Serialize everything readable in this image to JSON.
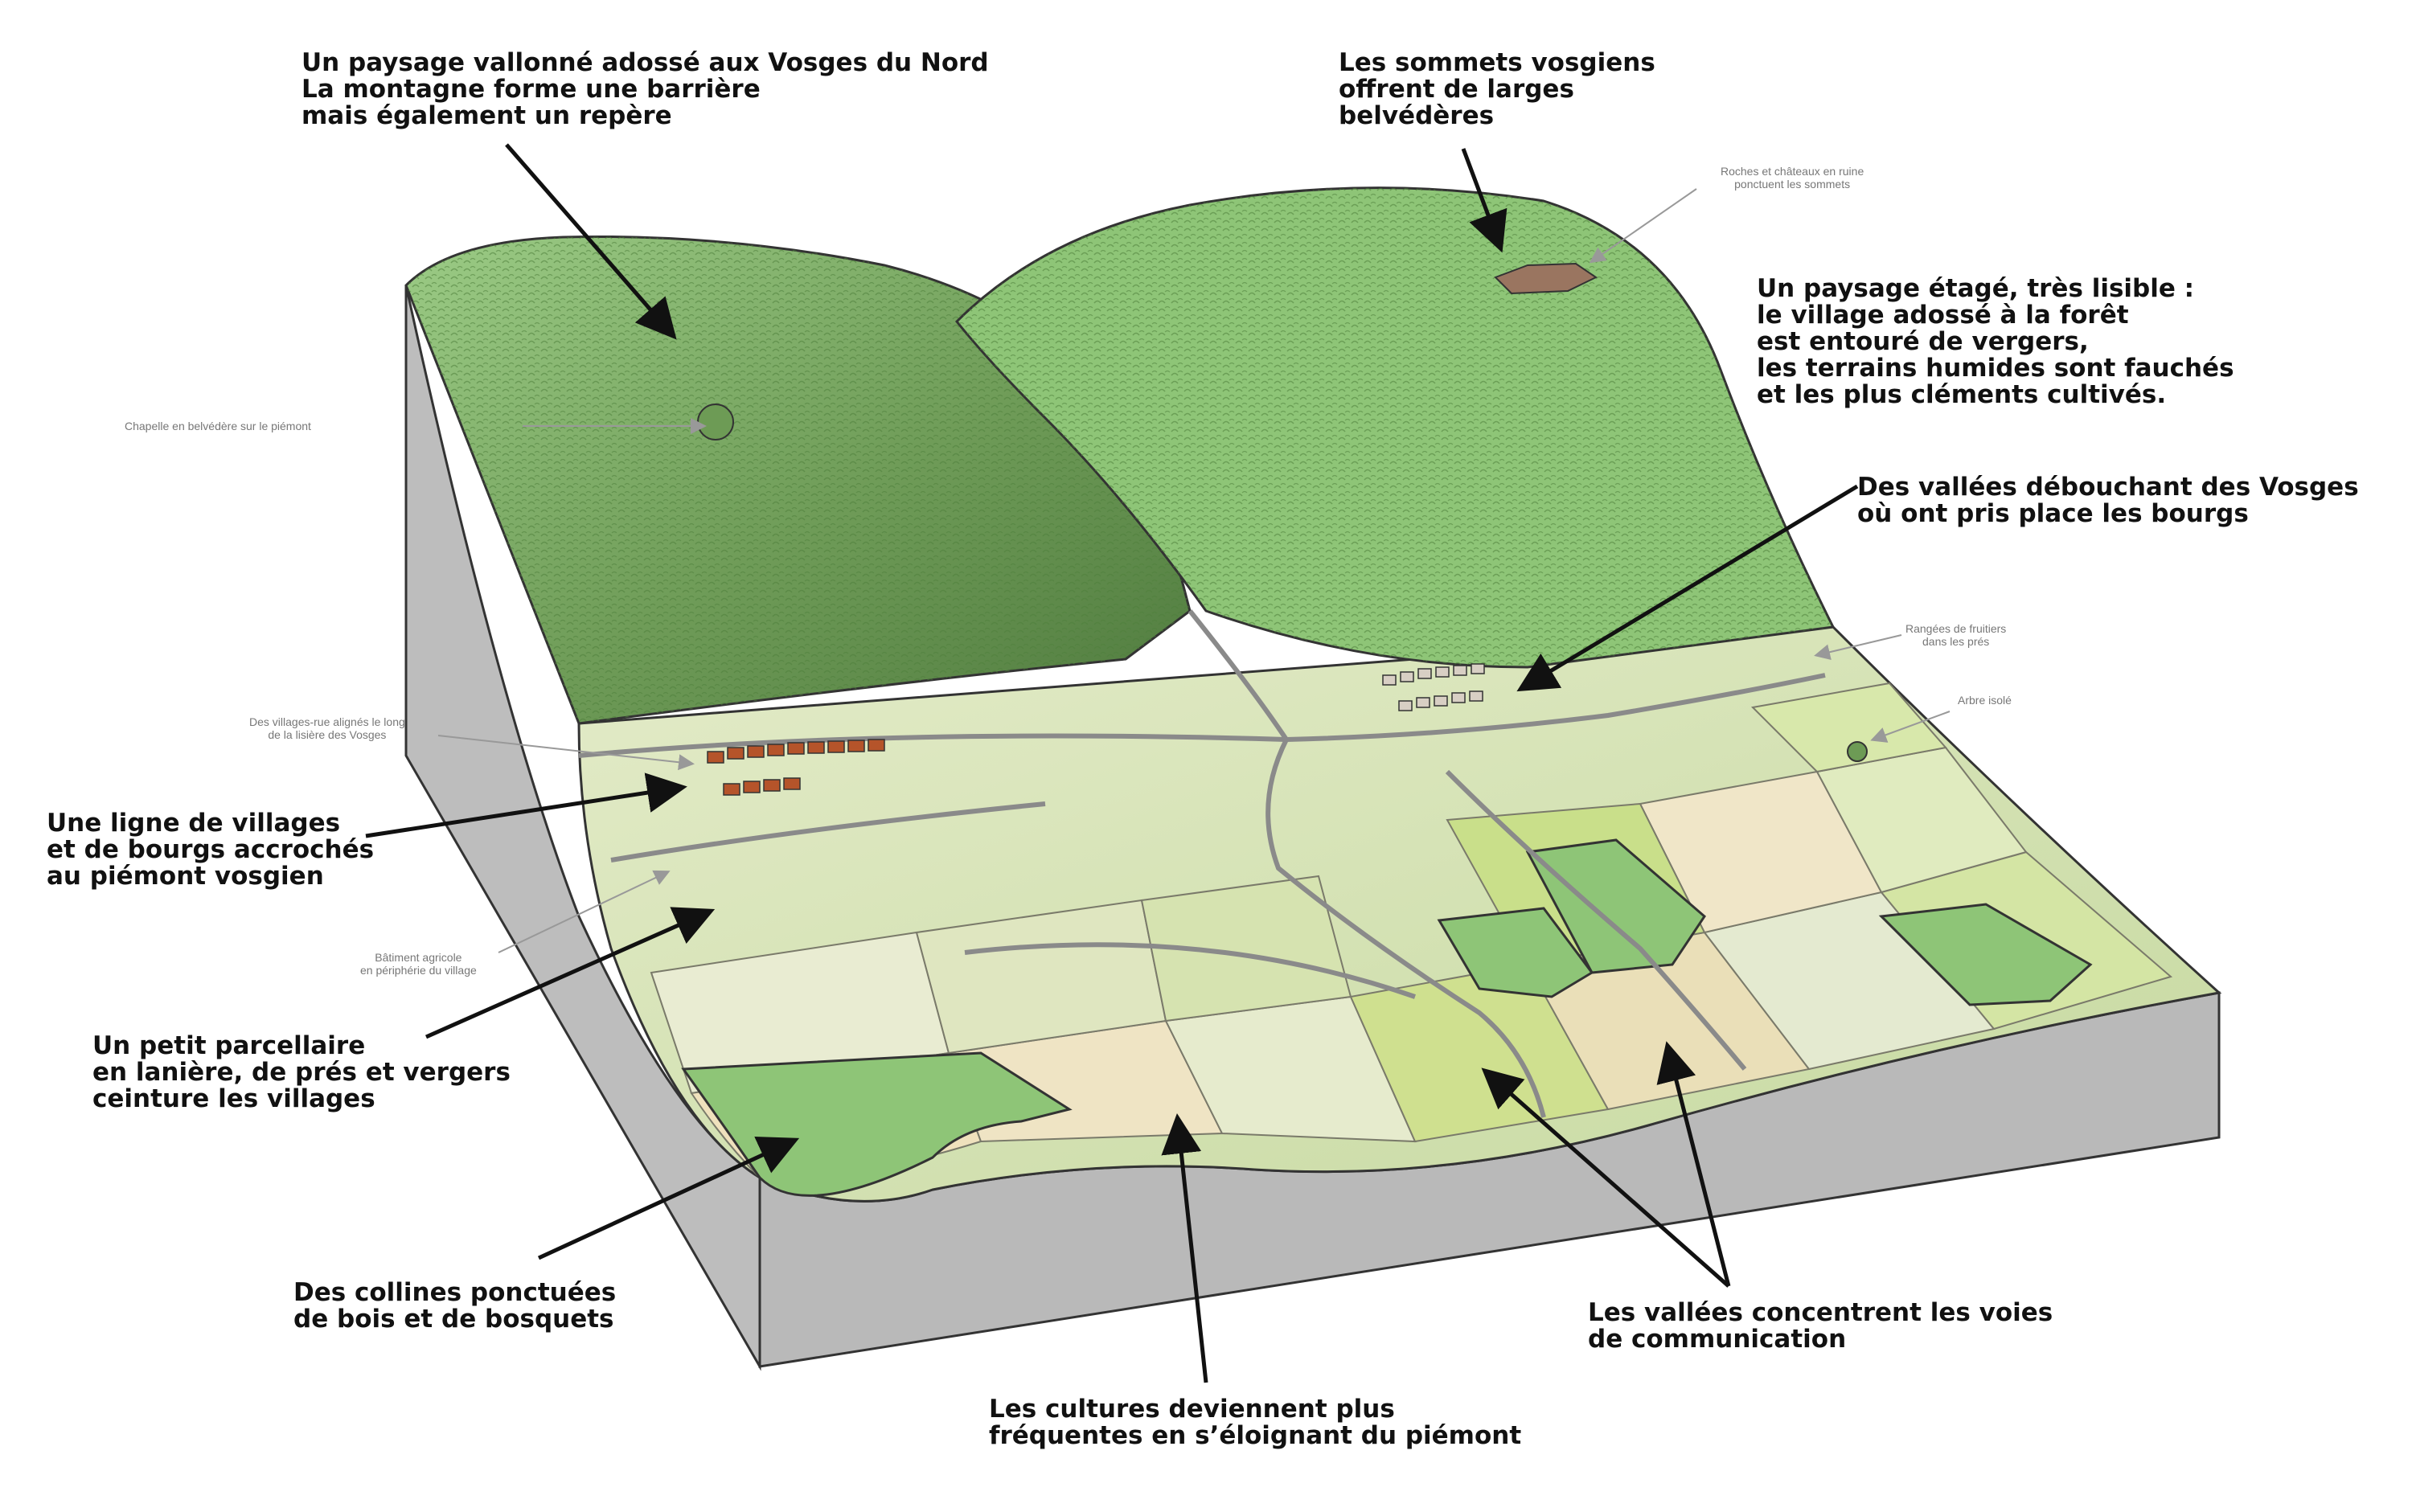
{
  "colors": {
    "forest": "#8cc275",
    "forest_dark": "#5e8f49",
    "meadow": "#cfe39a",
    "field_beige": "#efe3c0",
    "field_pale": "#e8ecd4",
    "block_side": "#bcbcbc",
    "road": "#d9d9d9",
    "roof": "#b5542a",
    "arrow": "#111111",
    "leader": "#888888"
  },
  "labels": {
    "vosges": [
      "Un paysage vallonné adossé aux Vosges du Nord",
      "La montagne forme une barrière",
      "mais également un repère"
    ],
    "sommets": [
      "Les sommets vosgiens",
      "offrent de larges",
      "belvédères"
    ],
    "etage": [
      "Un paysage étagé, très lisible :",
      "le village adossé à la forêt",
      "est entouré de vergers,",
      "les terrains humides sont fauchés",
      "et les plus cléments cultivés."
    ],
    "vallees_bourgs": [
      "Des vallées débouchant des Vosges",
      "où ont pris place les bourgs"
    ],
    "villages": [
      "Une ligne de villages",
      "et de bourgs  accrochés",
      "au piémont vosgien"
    ],
    "parcellaire": [
      "Un petit parcellaire",
      "en lanière, de prés et vergers",
      "ceinture les villages"
    ],
    "collines": [
      "Des collines ponctuées",
      "de bois et de bosquets"
    ],
    "cultures": [
      "Les cultures deviennent plus",
      "fréquentes en s’éloignant du piémont"
    ],
    "voies": [
      "Les vallées concentrent les voies",
      "de communication"
    ]
  },
  "small_labels": {
    "roches": [
      "Roches et châteaux en ruine",
      "ponctuent les sommets"
    ],
    "chapelle": [
      "Chapelle en belvédère sur le piémont"
    ],
    "villages_rue": [
      "Des villages-rue alignés le  long",
      "de la lisière des Vosges"
    ],
    "batiment": [
      "Bâtiment agricole",
      "en périphérie du village"
    ],
    "fruitiers": [
      "Rangées de fruitiers",
      "dans les prés"
    ],
    "arbre": [
      "Arbre isolé"
    ]
  }
}
